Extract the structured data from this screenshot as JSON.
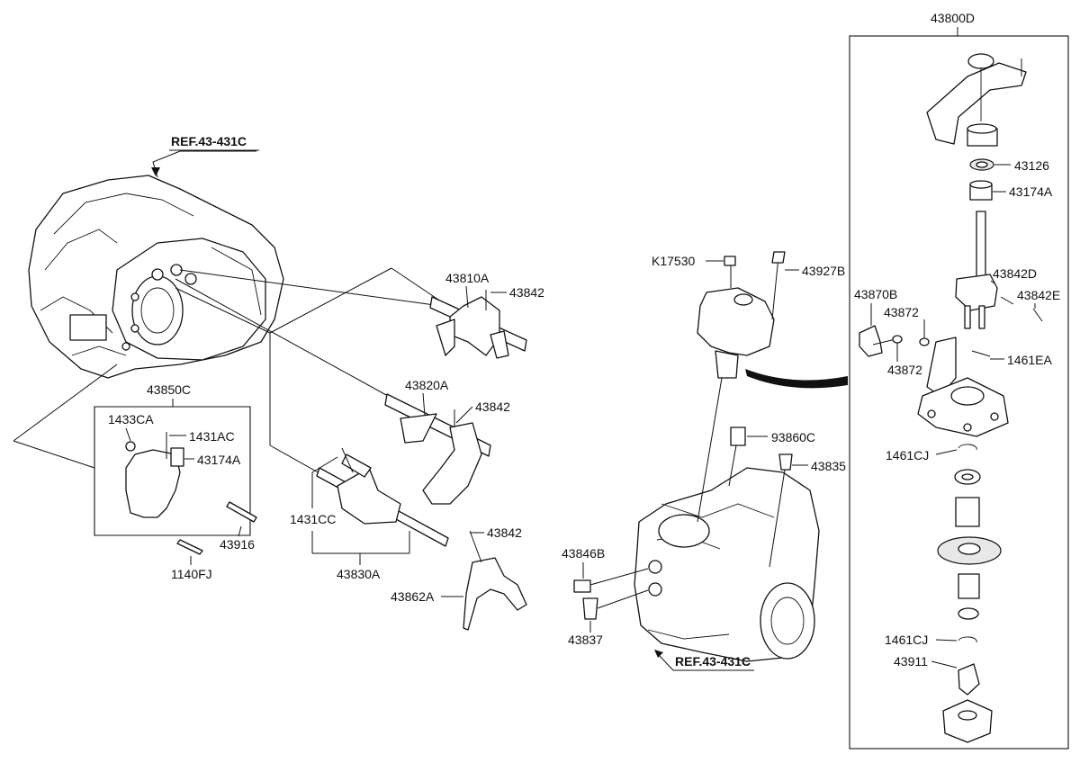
{
  "refs": {
    "ref_top": "REF.43-431C",
    "ref_bottom": "REF.43-431C"
  },
  "labels": {
    "p43800D": "43800D",
    "p43126": "43126",
    "p43174A_r": "43174A",
    "p43842D": "43842D",
    "p43842E": "43842E",
    "p43870B": "43870B",
    "p43872_a": "43872",
    "p43872_b": "43872",
    "p1461EA": "1461EA",
    "p1461CJ_a": "1461CJ",
    "p1461CJ_b": "1461CJ",
    "p43911": "43911",
    "pK17530": "K17530",
    "p43927B": "43927B",
    "p93860C": "93860C",
    "p43835": "43835",
    "p43846B": "43846B",
    "p43837": "43837",
    "p43810A": "43810A",
    "p43842_1": "43842",
    "p43820A": "43820A",
    "p43842_2": "43842",
    "p43842_3": "43842",
    "p43862A": "43862A",
    "p1431CC": "1431CC",
    "p43830A": "43830A",
    "p43850C": "43850C",
    "p1433CA": "1433CA",
    "p1431AC": "1431AC",
    "p43174A_l": "43174A",
    "p43916": "43916",
    "p1140FJ": "1140FJ"
  }
}
